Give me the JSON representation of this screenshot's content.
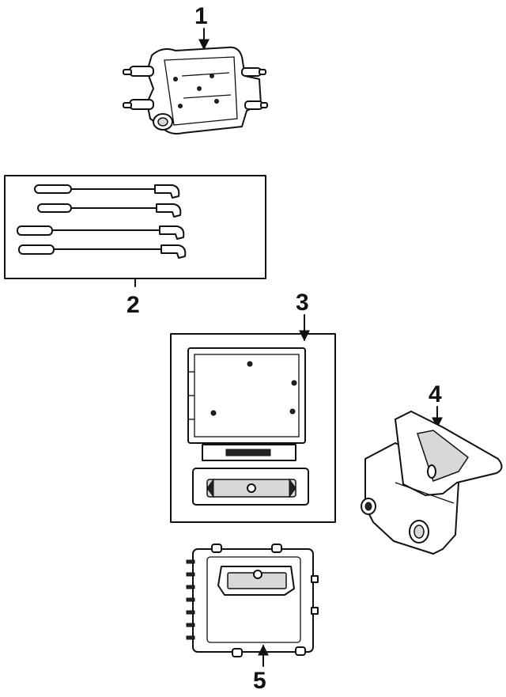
{
  "callouts": {
    "part1": "1",
    "part2": "2",
    "part3": "3",
    "part4": "4",
    "part5": "5"
  },
  "colors": {
    "ink": "#111111",
    "background": "#ffffff"
  }
}
